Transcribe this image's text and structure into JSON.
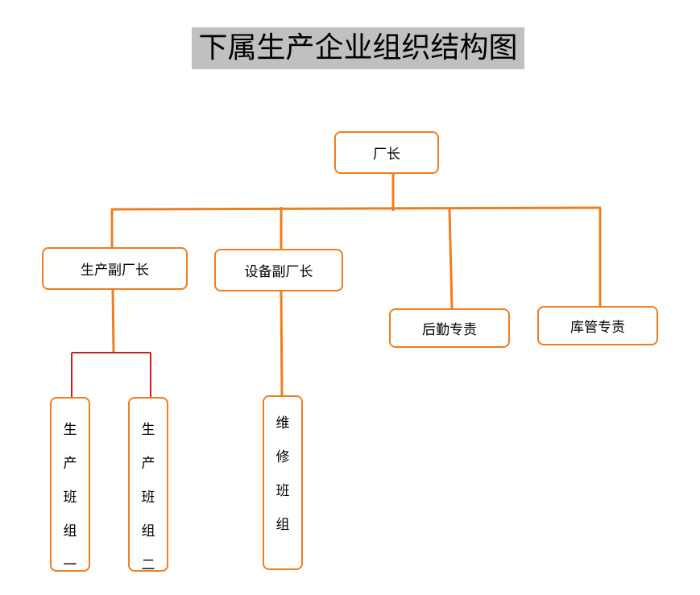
{
  "title": "下属生产企业组织结构图",
  "colors": {
    "box_border": "#f07d1e",
    "connector": "#f07d1e",
    "sub_connector": "#cc1f1f",
    "title_bg": "#c0c0c0"
  },
  "nodes": {
    "director": "厂长",
    "production_deputy": "生产副厂长",
    "equipment_deputy": "设备副厂长",
    "logistics": "后勤专责",
    "warehouse": "库管专责",
    "team_1": [
      "生",
      "产",
      "班",
      "组",
      "一"
    ],
    "team_2": [
      "生",
      "产",
      "班",
      "组",
      "二"
    ],
    "maintenance": [
      "维",
      "修",
      "班",
      "组"
    ]
  }
}
